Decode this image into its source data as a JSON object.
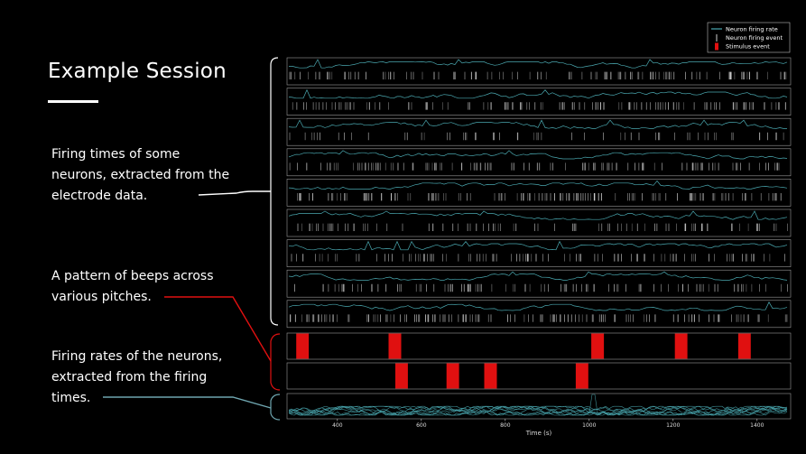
{
  "slide": {
    "title": "Example Session",
    "captions": {
      "spikes": "Firing times of some\nneurons, extracted from the\nelectrode data.",
      "beeps": "A pattern of beeps across\nvarious pitches.",
      "rates": "Firing rates of the neurons,\nextracted from the firing\ntimes."
    },
    "colors": {
      "background": "#000000",
      "text": "#ffffff",
      "firing_rate_line": "#4aa8b0",
      "firing_event_line": "#e8e8e8",
      "stimulus_event": "#e01010",
      "beep_connector": "#e01010",
      "rate_connector": "#6fa6b0",
      "spike_connector": "#ffffff"
    }
  },
  "chart_data": {
    "type": "line",
    "legend": {
      "placement": "top-right",
      "entries": [
        "Neuron firing rate",
        "Neuron firing event",
        "Stimulus event"
      ]
    },
    "xlabel": "Time (s)",
    "xlim": [
      280,
      1480
    ],
    "xticks": [
      400,
      600,
      800,
      1000,
      1200,
      1400
    ],
    "neuron_count": 9,
    "stimulus_channels": [
      {
        "onsets": [
          302,
          522,
          1005,
          1204,
          1355
        ],
        "width": 30
      },
      {
        "onsets": [
          538,
          660,
          750,
          968
        ],
        "width": 30
      }
    ]
  }
}
